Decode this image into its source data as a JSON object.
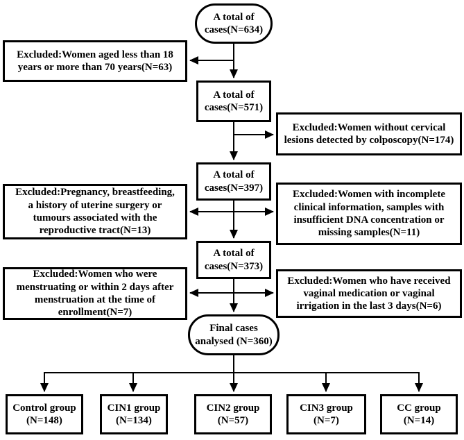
{
  "colors": {
    "line": "#000000",
    "text": "#000000",
    "box_fill": "#ffffff",
    "background": "#ffffff"
  },
  "flowchart": {
    "stages": {
      "start": "A total of\ncases(N=634)",
      "after_age_filter": "A total of\ncases(N=571)",
      "after_colposcopy_filter": "A total of\ncases(N=397)",
      "after_sample_filter": "A total of\ncases(N=373)",
      "final": "Final cases\nanalysed (N=360)"
    },
    "exclusions": {
      "age": "Excluded:Women aged less than 18\nyears or more than 70 years(N=63)",
      "colposcopy": "Excluded:Women without cervical\nlesions detected by colposcopy(N=174)",
      "pregnancy": "Excluded:Pregnancy, breastfeeding,\na history of uterine surgery or\ntumours associated with the\nreproductive tract(N=13)",
      "incomplete": "Excluded:Women with incomplete\nclinical information, samples with\ninsufficient DNA concentration or\nmissing samples(N=11)",
      "menstruation": "Excluded:Women who were\nmenstruating or within 2 days after\nmenstruation at the time of\nenrollment(N=7)",
      "medication": "Excluded:Women who have received\nvaginal medication or vaginal\nirrigation in the last 3 days(N=6)"
    },
    "groups": {
      "control": "Control group\n(N=148)",
      "cin1": "CIN1 group\n(N=134)",
      "cin2": "CIN2 group\n(N=57)",
      "cin3": "CIN3 group\n(N=7)",
      "cc": "CC group\n(N=14)"
    }
  }
}
